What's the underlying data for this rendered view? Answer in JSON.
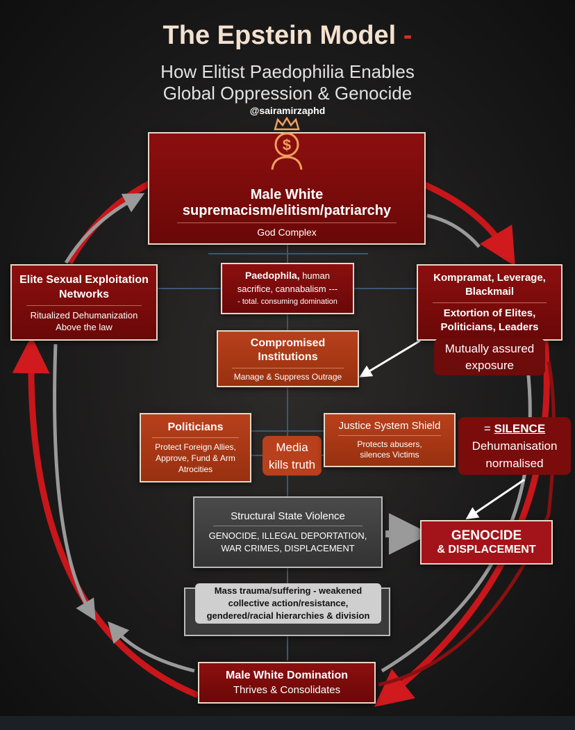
{
  "title": {
    "main": "The Epstein Model",
    "dash": "-",
    "subtitle_line1": "How Elitist Paedophilia Enables",
    "subtitle_line2": "Global Oppression & Genocide",
    "handle": "@sairamirzaphd"
  },
  "top_box": {
    "icon": "crowned-head-dollar-icon",
    "line1": "Male White",
    "line2": "supremacism/elitism/patriarchy",
    "sub": "God Complex"
  },
  "left_box": {
    "title": "Elite Sexual Exploitation Networks",
    "sub": "Ritualized Dehumanization Above the law"
  },
  "center_box": {
    "bold": "Paedophila,",
    "rest1": " human",
    "line2": "sacrifice, cannabalism ---",
    "line3": "- total. consuming domination"
  },
  "right_box": {
    "title": "Kompramat, Leverage, Blackmail",
    "sub": "Extortion of Elites, Politicians, Leaders"
  },
  "mutual_tag": {
    "line1": "Mutually assured",
    "line2": "exposure"
  },
  "institutions_box": {
    "title": "Compromised Institutions",
    "sub": "Manage & Suppress Outrage"
  },
  "politicians_box": {
    "title": "Politicians",
    "sub": "Protect Foreign Allies, Approve, Fund & Arm Atrocities"
  },
  "media_tag": {
    "line1": "Media",
    "line2": "kills truth"
  },
  "justice_box": {
    "title": "Justice System Shield",
    "sub": "Protects abusers, silences Victims"
  },
  "silence_tag": {
    "eq": "= ",
    "silence": "SILENCE",
    "line2": "Dehumanisation",
    "line3": "normalised"
  },
  "state_box": {
    "title": "Structural State Violence",
    "sub": "GENOCIDE, ILLEGAL DEPORTATION, WAR CRIMES, DISPLACEMENT"
  },
  "genocide_box": {
    "title": "GENOCIDE",
    "sub": "& DISPLACEMENT"
  },
  "trauma_box": {
    "text": "Mass trauma/suffering - weakened collective action/resistance, gendered/racial hierarchies & division"
  },
  "domination_box": {
    "title": "Male White Domination",
    "sub": "Thrives & Consolidates"
  },
  "colors": {
    "dark_red": "#7a0c0c",
    "orange_red": "#a8361a",
    "arrow_red": "#c8161b",
    "gray": "#3c3c3c"
  }
}
